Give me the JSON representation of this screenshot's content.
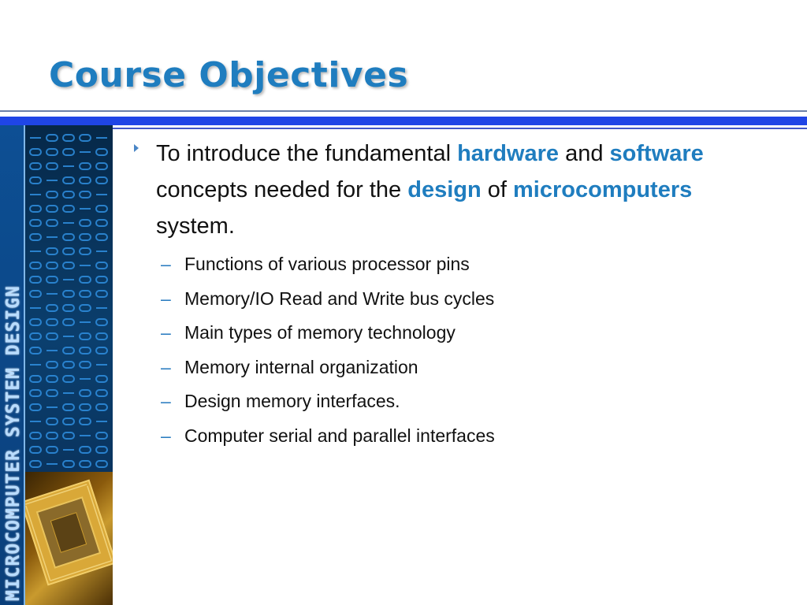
{
  "slide": {
    "title": "Course Objectives",
    "colors": {
      "title": "#1f7dbf",
      "keyword": "#1f7dbf",
      "rule": "#1f45e6",
      "text": "#111111"
    }
  },
  "sidebar": {
    "banner_text": "MICROCOMPUTER SYSTEM DESIGN",
    "image": "circuit-and-chip-decoration"
  },
  "main_bullet": {
    "icon": "triangle-bullet-icon",
    "parts": [
      {
        "text": "To introduce the fundamental ",
        "emphasis": false
      },
      {
        "text": "hardware",
        "emphasis": true
      },
      {
        "text": " and ",
        "emphasis": false
      },
      {
        "text": "software",
        "emphasis": true
      },
      {
        "text": " concepts needed for the ",
        "emphasis": false
      },
      {
        "text": "design",
        "emphasis": true
      },
      {
        "text": " of ",
        "emphasis": false
      },
      {
        "text": "microcomputers",
        "emphasis": true
      },
      {
        "text": " system.",
        "emphasis": false
      }
    ]
  },
  "sub_bullets": {
    "marker": "–",
    "items": [
      "Functions of various processor pins",
      "Memory/IO Read and Write bus cycles",
      "Main types of memory technology",
      "Memory internal organization",
      "Design memory interfaces.",
      "Computer serial and parallel interfaces"
    ]
  }
}
